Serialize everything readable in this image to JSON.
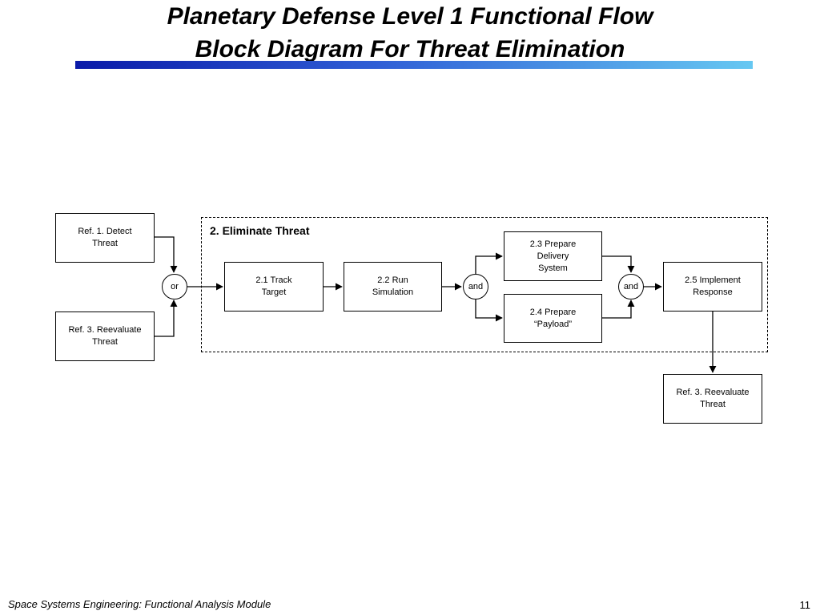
{
  "title": {
    "line1": "Planetary Defense Level 1 Functional Flow",
    "line2": "Block Diagram For Threat Elimination"
  },
  "colors": {
    "title_bar_start": "#0a1aa8",
    "title_bar_end": "#66c8f2"
  },
  "diagram": {
    "region_label": "2. Eliminate Threat",
    "blocks": {
      "ref_detect": "Ref. 1. Detect\nThreat",
      "ref_reevaluate_in": "Ref. 3. Reevaluate\nThreat",
      "track_target": "2.1 Track\nTarget",
      "run_simulation": "2.2 Run\nSimulation",
      "prepare_delivery": "2.3 Prepare\nDelivery\nSystem",
      "prepare_payload": "2.4 Prepare\n“Payload”",
      "implement_response": "2.5 Implement\nResponse",
      "ref_reevaluate_out": "Ref. 3. Reevaluate\nThreat"
    },
    "junctions": {
      "or": "or",
      "and_split": "and",
      "and_join": "and"
    }
  },
  "footer": {
    "module": "Space Systems Engineering: Functional Analysis Module",
    "page_number": "11"
  }
}
